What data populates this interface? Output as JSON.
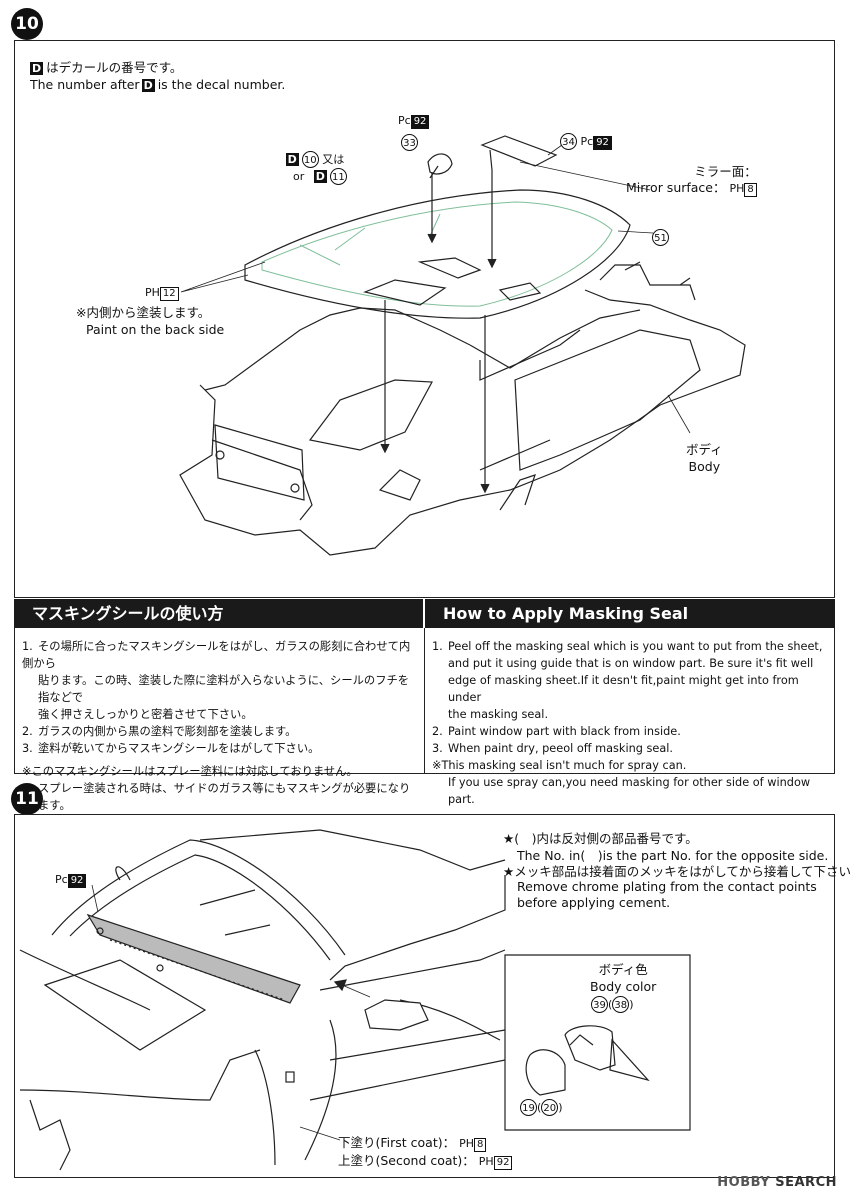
{
  "step10": {
    "number": "10",
    "decal_note": {
      "mark": "D",
      "jp": "はデカールの番号です。",
      "en_before": "The number after",
      "en_after": "is the decal number."
    },
    "labels": {
      "decal_or": {
        "d1_mark": "D",
        "d1_num": "10",
        "jp": "又は",
        "en": "or",
        "d2_mark": "D",
        "d2_num": "11"
      },
      "part33": "33",
      "part33_paint_prefix": "Pc",
      "part33_paint_code": "92",
      "part34": "34",
      "part34_paint_prefix": "Pc",
      "part34_paint_code": "92",
      "mirror_surface_jp": "ミラー面：",
      "mirror_surface_en": "Mirror surface：",
      "mirror_paint_prefix": "PH",
      "mirror_paint_code": "8",
      "part51": "51",
      "back_paint_prefix": "PH",
      "back_paint_code": "12",
      "back_side_jp": "※内側から塗装します。",
      "back_side_en": "Paint on the back side",
      "body_jp": "ボディ",
      "body_en": "Body"
    }
  },
  "masking": {
    "jp_title": "マスキングシールの使い方",
    "en_title": "How to Apply Masking Seal",
    "jp_items": [
      {
        "num": "1.",
        "text": "その場所に合ったマスキングシールをはがし、ガラスの彫刻に合わせて内側から"
      },
      {
        "num": "",
        "text": "貼ります。この時、塗装した際に塗料が入らないように、シールのフチを指などで"
      },
      {
        "num": "",
        "text": "強く押さえしっかりと密着させて下さい。"
      },
      {
        "num": "2.",
        "text": "ガラスの内側から黒の塗料で彫刻部を塗装します。"
      },
      {
        "num": "3.",
        "text": "塗料が乾いてからマスキングシールをはがして下さい。"
      }
    ],
    "jp_note1": "※このマスキングシールはスプレー塗料には対応しておりません。",
    "jp_note2": "スプレー塗装される時は、サイドのガラス等にもマスキングが必要になります。",
    "en_items": [
      {
        "num": "1.",
        "text": "Peel off the masking seal which is you want to put from the sheet,"
      },
      {
        "num": "",
        "text": "and put it using guide that is on window part. Be sure it's fit well"
      },
      {
        "num": "",
        "text": "edge of masking sheet.If it desn't fit,paint might get into from under"
      },
      {
        "num": "",
        "text": "the masking seal."
      },
      {
        "num": "2.",
        "text": "Paint window part with black from inside."
      },
      {
        "num": "3.",
        "text": "When paint dry, peeol off masking seal."
      }
    ],
    "en_note1": "※This masking seal isn't much for spray can.",
    "en_note2": "If you use spray can,you need masking for other side of window part."
  },
  "step11": {
    "number": "11",
    "opposite_jp": "★(　)内は反対側の部品番号です。",
    "opposite_en": "The No. in(　)is the part No. for the opposite side.",
    "chrome_jp": "★メッキ部品は接着面のメッキをはがしてから接着して下さい。",
    "chrome_en1": "Remove chrome plating from the contact points",
    "chrome_en2": "before applying cement.",
    "cowl_paint_prefix": "Pc",
    "cowl_paint_code": "92",
    "body_color_jp": "ボディ色",
    "body_color_en": "Body color",
    "part39": "39",
    "part38": "38",
    "part19": "19",
    "part20": "20",
    "first_coat": "下塗り(First coat)：",
    "first_coat_prefix": "PH",
    "first_coat_code": "8",
    "second_coat": "上塗り(Second coat)：",
    "second_coat_prefix": "PH",
    "second_coat_code": "92"
  },
  "footer": {
    "logo_a": "HOBBY",
    "logo_b": "SEARCH"
  }
}
